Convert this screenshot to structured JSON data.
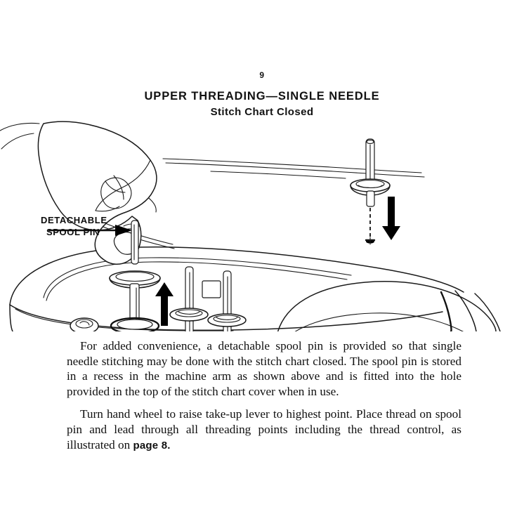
{
  "page": {
    "number": "9",
    "title": "UPPER THREADING—SINGLE NEEDLE",
    "subtitle": "Stitch Chart Closed",
    "background_color": "#ffffff",
    "ink_color": "#101010"
  },
  "figure": {
    "caption_label_line1": "DETACHABLE",
    "caption_label_line2": "SPOOL  PIN",
    "left_panel": {
      "description": "Hand lifting the detachable spool pin out of the recess in the machine arm",
      "arrow_direction": "up",
      "arrow_color": "#000000"
    },
    "right_panel": {
      "description": "Detachable spool pin being inserted into the hole in the stitch chart cover",
      "arrow_direction": "down",
      "arrow_color": "#000000",
      "guide_line_style": "dashed"
    }
  },
  "body": {
    "paragraphs": [
      {
        "text": "For added convenience, a detachable spool pin is provided so that single needle stitching may be done with the stitch chart closed. The spool pin is stored in a recess in the machine arm as shown above and is fitted into the hole provided in the top of the stitch chart cover when in use."
      },
      {
        "text_before": "Turn hand wheel to raise take-up lever to highest point. Place thread on spool pin and lead through all threading points including the thread control, as illustrated on ",
        "emphasis": "page 8.",
        "text_after": ""
      }
    ]
  }
}
